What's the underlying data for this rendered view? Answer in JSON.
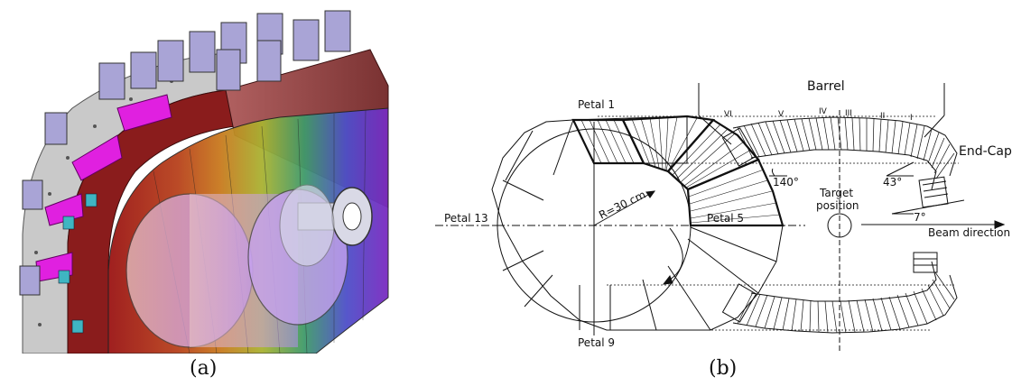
{
  "captions": {
    "a": "(a)",
    "b": "(b)"
  },
  "labels": {
    "petal_1": "Petal 1",
    "petal_5": "Petal 5",
    "petal_9": "Petal 9",
    "petal_13": "Petal 13",
    "radius": "R=30 cm",
    "barrel": "Barrel",
    "end_cap": "End-Cap",
    "target_line1": "Target",
    "target_line2": "position",
    "beam_direction": "Beam direction",
    "angle_140": "140°",
    "angle_43": "43°",
    "angle_7": "7°",
    "roman": [
      "VI",
      "V",
      "IV",
      "III",
      "II",
      "I"
    ]
  },
  "colors": {
    "frame_gray": "#c9c9c9",
    "dark_red": "#8a1c1c",
    "magenta": "#e020e0",
    "brown": "#7a3a3a",
    "lavender": "#a9a4d6"
  }
}
